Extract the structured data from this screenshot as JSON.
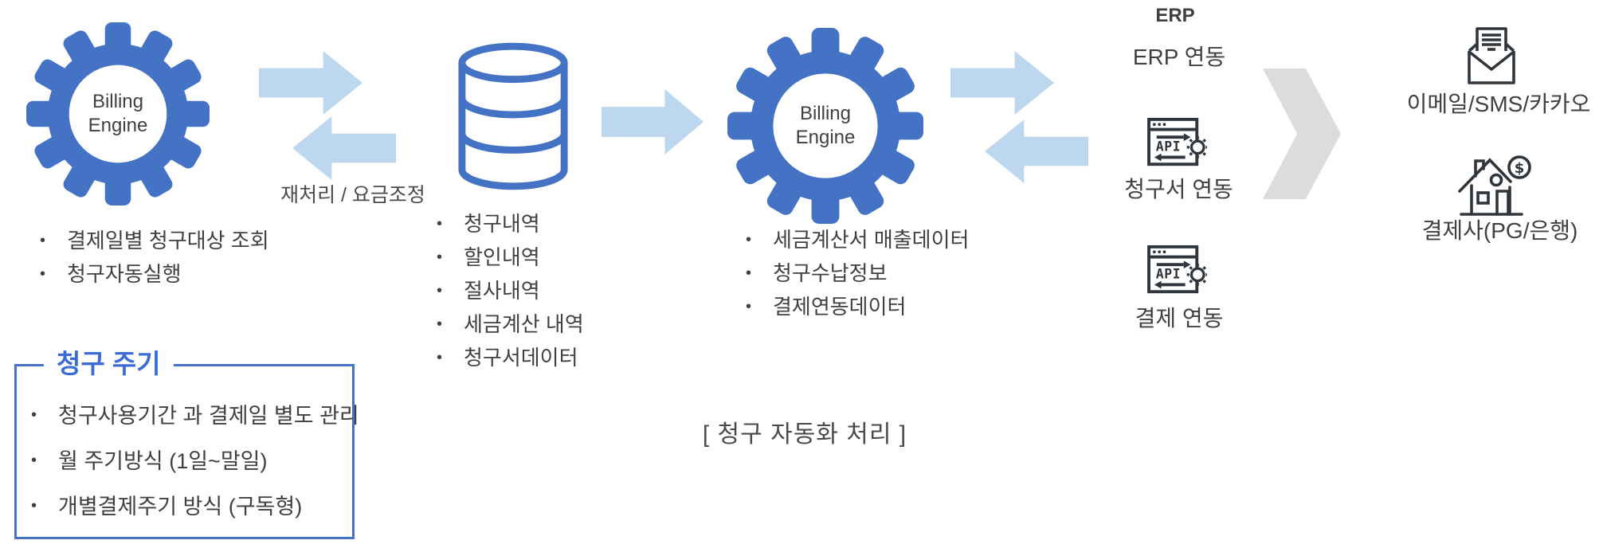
{
  "colors": {
    "gear_blue": "#4472C4",
    "database_blue": "#4472C4",
    "arrow_light_blue": "#BDD7EE",
    "chevron_gray": "#DCDCDC",
    "icon_dark": "#2E353B",
    "text_dark": "#404040",
    "accent_blue": "#3B6BD5"
  },
  "engine1": {
    "label_line1": "Billing",
    "label_line2": "Engine",
    "bullets": [
      "결제일별 청구대상 조회",
      "청구자동실행"
    ]
  },
  "flow": {
    "reprocess_label": "재처리 / 요금조정"
  },
  "database": {
    "bullets": [
      "청구내역",
      "할인내역",
      "절사내역",
      "세금계산 내역",
      "청구서데이터"
    ]
  },
  "engine2": {
    "label_line1": "Billing",
    "label_line2": "Engine",
    "bullets": [
      "세금계산서 매출데이터",
      "청구수납정보",
      "결제연동데이터"
    ]
  },
  "erp": {
    "title": "ERP",
    "erp_link_label": "ERP 연동",
    "invoice_link_label": "청구서 연동",
    "payment_link_label": "결제 연동",
    "api_icon_text": "API"
  },
  "outputs": {
    "email_label": "이메일/SMS/카카오",
    "payment_company_label": "결제사(PG/은행)",
    "dollar_glyph": "$"
  },
  "cycle_box": {
    "title": "청구 주기",
    "bullets": [
      "청구사용기간 과 결제일 별도 관리",
      "월 주기방식 (1일~말일)",
      "개별결제주기 방식 (구독형)"
    ]
  },
  "caption": "[ 청구 자동화 처리 ]"
}
